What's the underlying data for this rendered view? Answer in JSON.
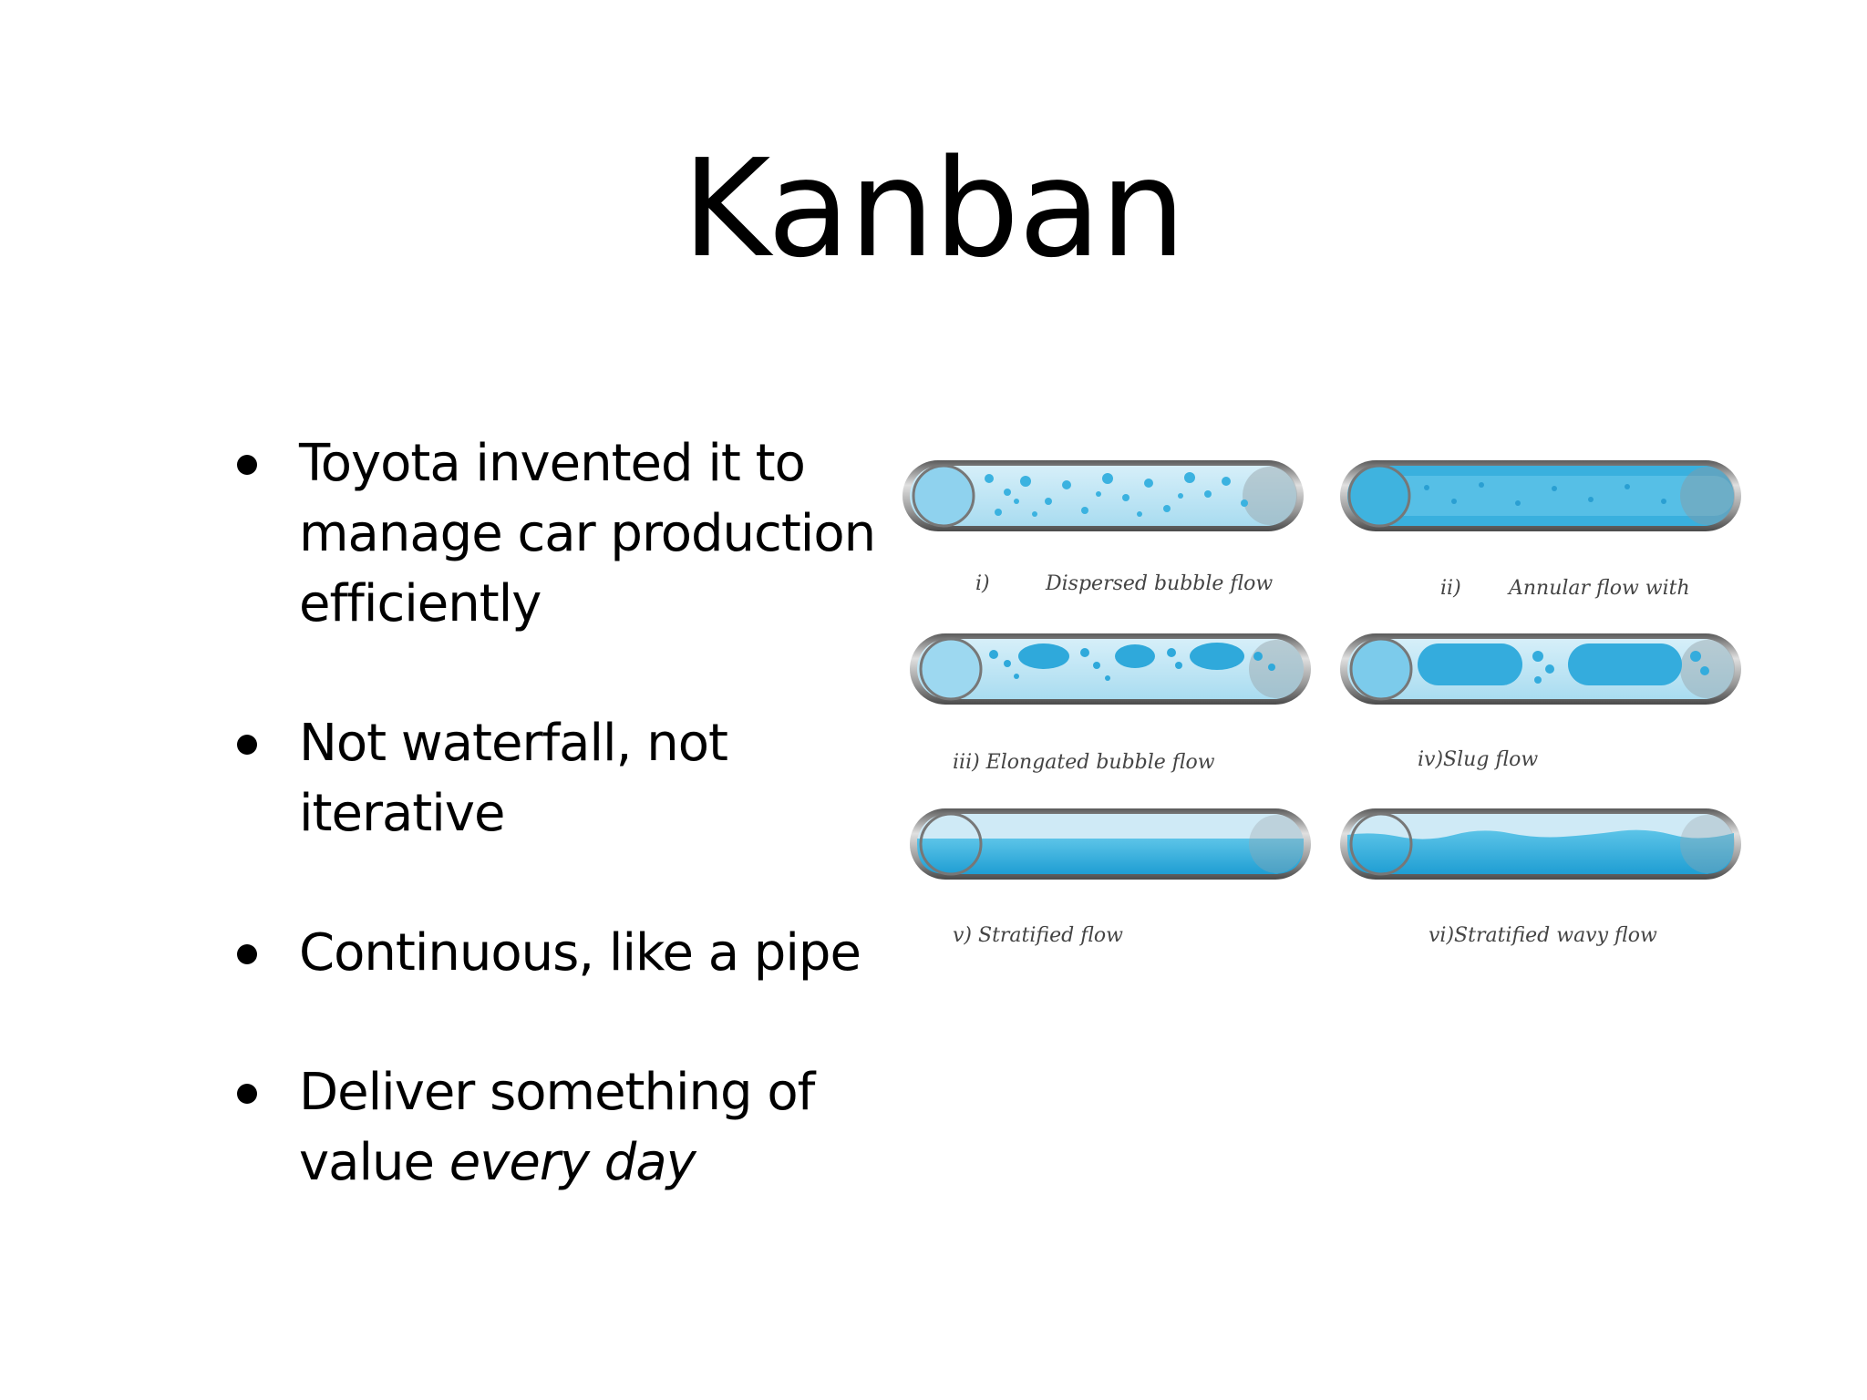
{
  "slide": {
    "title": "Kanban",
    "bullets": [
      {
        "text": "Toyota invented it to manage car production efficiently"
      },
      {
        "text": "Not waterfall, not iterative"
      },
      {
        "text": "Continuous, like a pipe"
      },
      {
        "text_plain": "Deliver something of value ",
        "text_italic": "every day"
      }
    ]
  },
  "figure": {
    "captions": [
      {
        "num": "i)",
        "label": "Dispersed bubble flow"
      },
      {
        "num": "ii)",
        "label": "Annular flow with"
      },
      {
        "num": "",
        "label": "iii) Elongated bubble flow"
      },
      {
        "num": "",
        "label": "iv)Slug flow"
      },
      {
        "num": "",
        "label": "v) Stratified flow"
      },
      {
        "num": "",
        "label": "vi)Stratified wavy flow"
      }
    ],
    "colors": {
      "water": "#29a9dc",
      "light_water": "#b3e0f2",
      "pipe_rim": "#8a8a8a"
    }
  }
}
